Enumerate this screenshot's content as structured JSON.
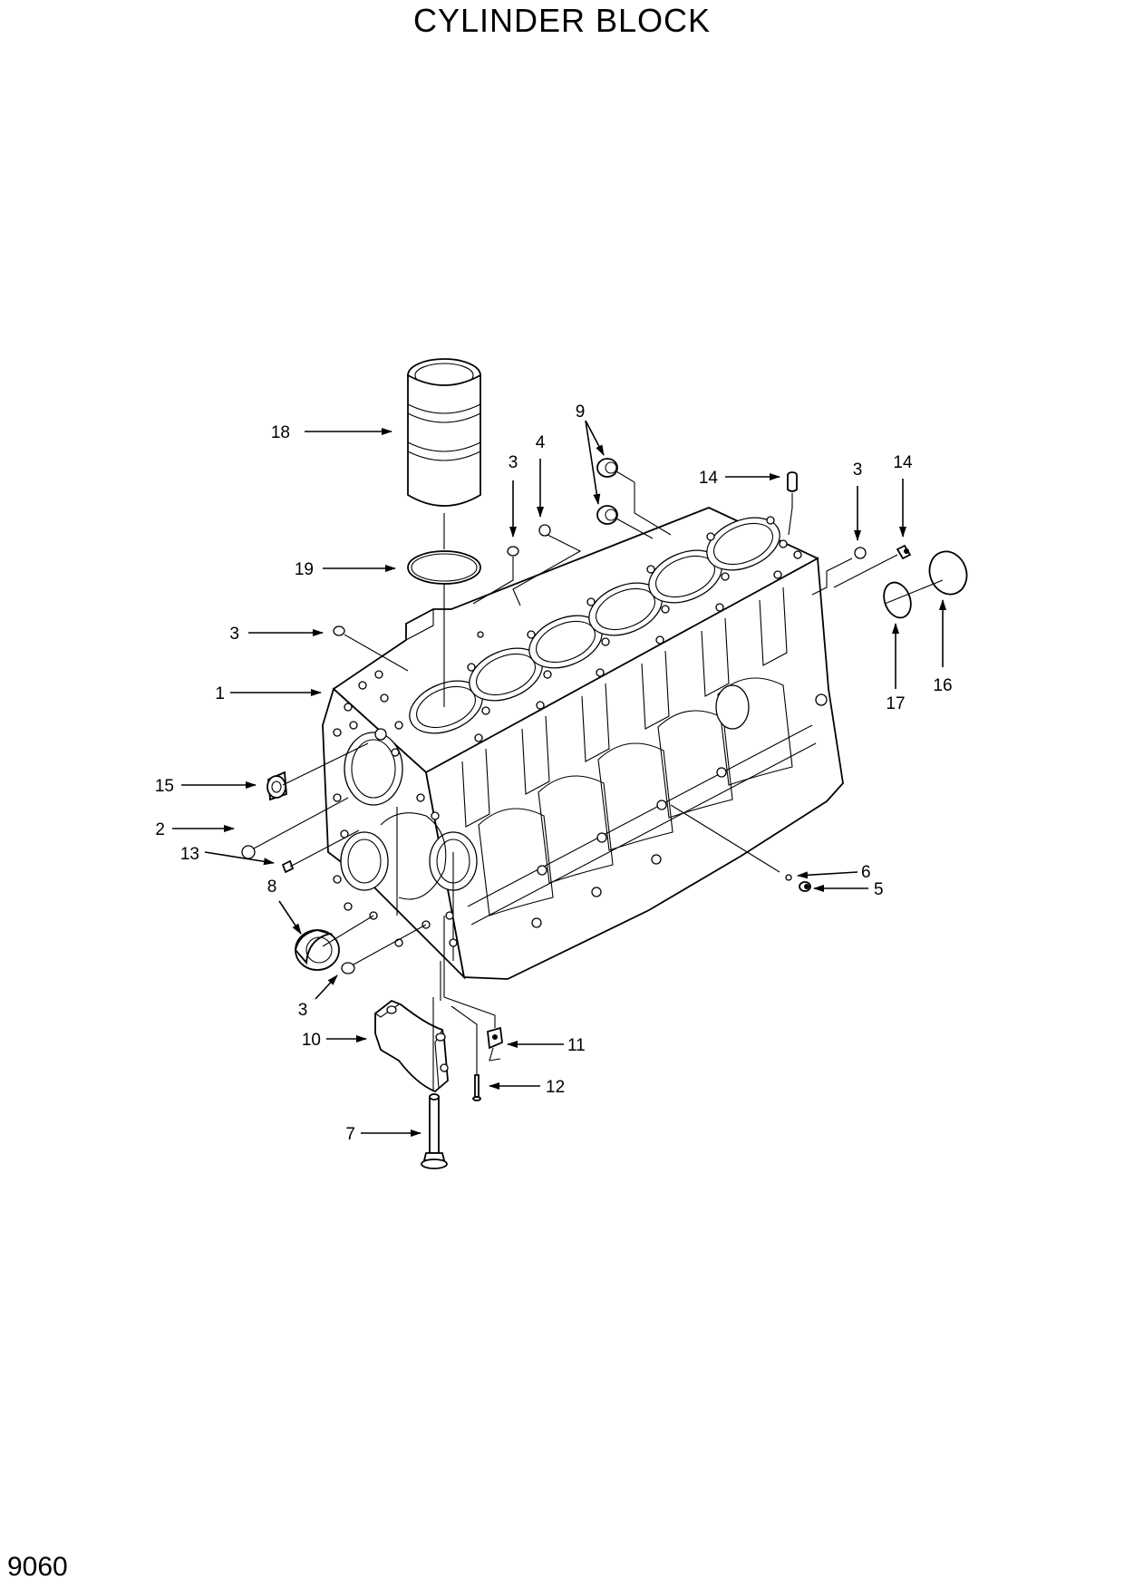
{
  "title": "CYLINDER BLOCK",
  "page_number": "9060",
  "callouts": [
    {
      "id": "c1",
      "label": "1"
    },
    {
      "id": "c2",
      "label": "2"
    },
    {
      "id": "c3a",
      "label": "3"
    },
    {
      "id": "c3b",
      "label": "3"
    },
    {
      "id": "c3c",
      "label": "3"
    },
    {
      "id": "c3d",
      "label": "3"
    },
    {
      "id": "c4",
      "label": "4"
    },
    {
      "id": "c5",
      "label": "5"
    },
    {
      "id": "c6",
      "label": "6"
    },
    {
      "id": "c7",
      "label": "7"
    },
    {
      "id": "c8",
      "label": "8"
    },
    {
      "id": "c9",
      "label": "9"
    },
    {
      "id": "c10",
      "label": "10"
    },
    {
      "id": "c11",
      "label": "11"
    },
    {
      "id": "c12",
      "label": "12"
    },
    {
      "id": "c13",
      "label": "13"
    },
    {
      "id": "c14a",
      "label": "14"
    },
    {
      "id": "c14b",
      "label": "14"
    },
    {
      "id": "c15",
      "label": "15"
    },
    {
      "id": "c16",
      "label": "16"
    },
    {
      "id": "c17",
      "label": "17"
    },
    {
      "id": "c18",
      "label": "18"
    },
    {
      "id": "c19",
      "label": "19"
    }
  ]
}
